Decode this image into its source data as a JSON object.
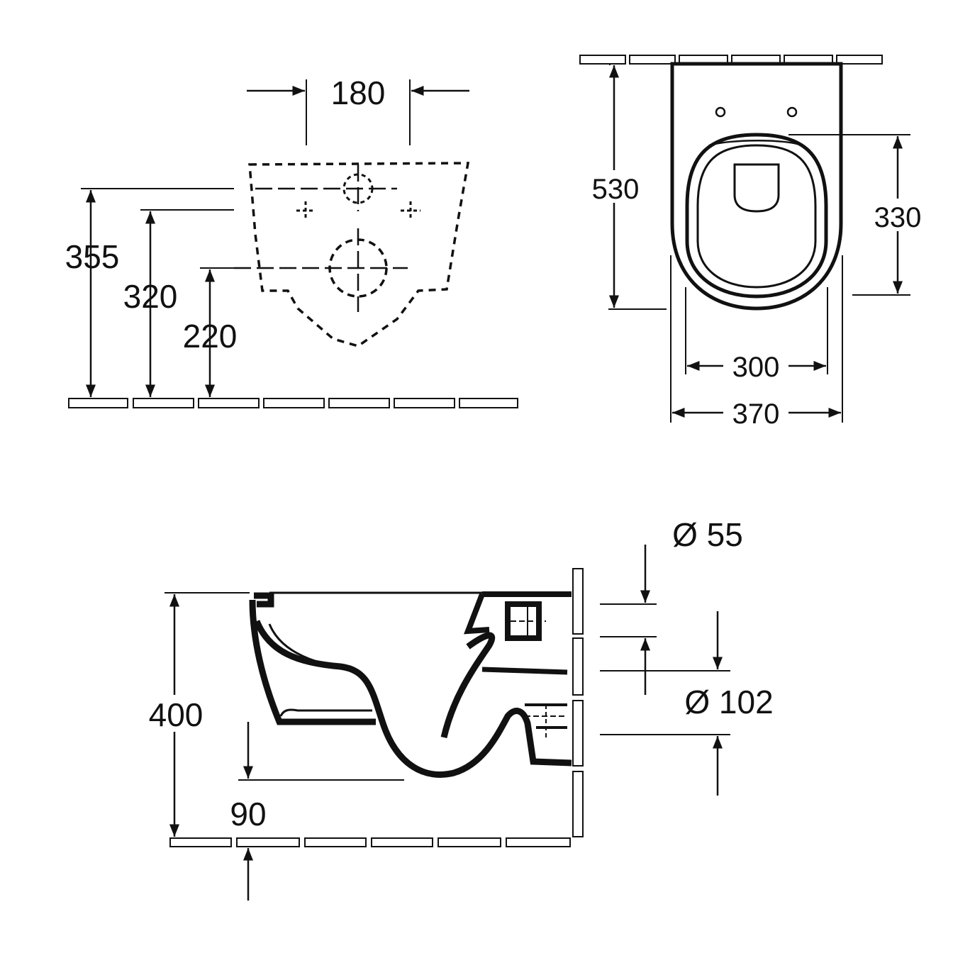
{
  "drawing": {
    "colors": {
      "line": "#111111",
      "background": "#ffffff"
    },
    "front_view": {
      "dimensions": {
        "fixing_spacing": "180",
        "height_top_fixings": "355",
        "height_bottom_fixings": "320",
        "height_outlet": "220"
      }
    },
    "top_view": {
      "dimensions": {
        "overall_length": "530",
        "seat_opening_length": "330",
        "inner_width": "300",
        "overall_width": "370"
      }
    },
    "side_view": {
      "dimensions": {
        "inlet_diameter": "Ø 55",
        "outlet_diameter": "Ø 102",
        "overall_height": "400",
        "outlet_height": "90"
      }
    }
  }
}
